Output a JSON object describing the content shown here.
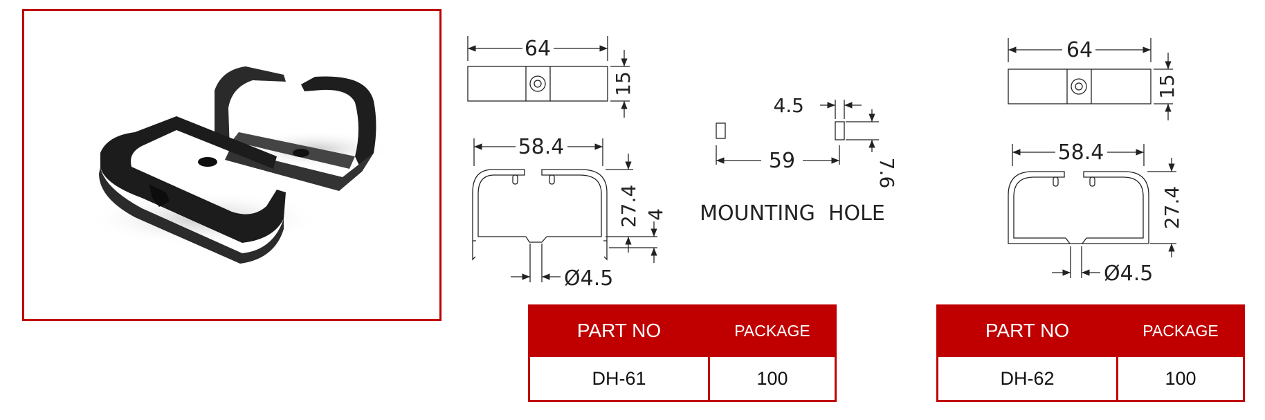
{
  "colors": {
    "frame_red": "#c00000",
    "header_text": "#ffffff",
    "line": "#222222"
  },
  "photo": {
    "icon": "cable-holder-photo"
  },
  "drawing_1": {
    "width_top": "64",
    "height_top": "15",
    "width_inner": "58.4",
    "height_side": "27.4",
    "foot_height": "4",
    "hole_dia": "Ø4.5"
  },
  "mounting": {
    "hole_width": "4.5",
    "spacing": "59",
    "hole_height": "7.6",
    "caption": "MOUNTING  HOLE"
  },
  "drawing_2": {
    "width_top": "64",
    "height_top": "15",
    "width_inner": "58.4",
    "height_side": "27.4",
    "hole_dia": "Ø4.5"
  },
  "tables": [
    {
      "header_part": "PART NO",
      "header_package": "PACKAGE",
      "part": "DH-61",
      "package": "100"
    },
    {
      "header_part": "PART NO",
      "header_package": "PACKAGE",
      "part": "DH-62",
      "package": "100"
    }
  ]
}
